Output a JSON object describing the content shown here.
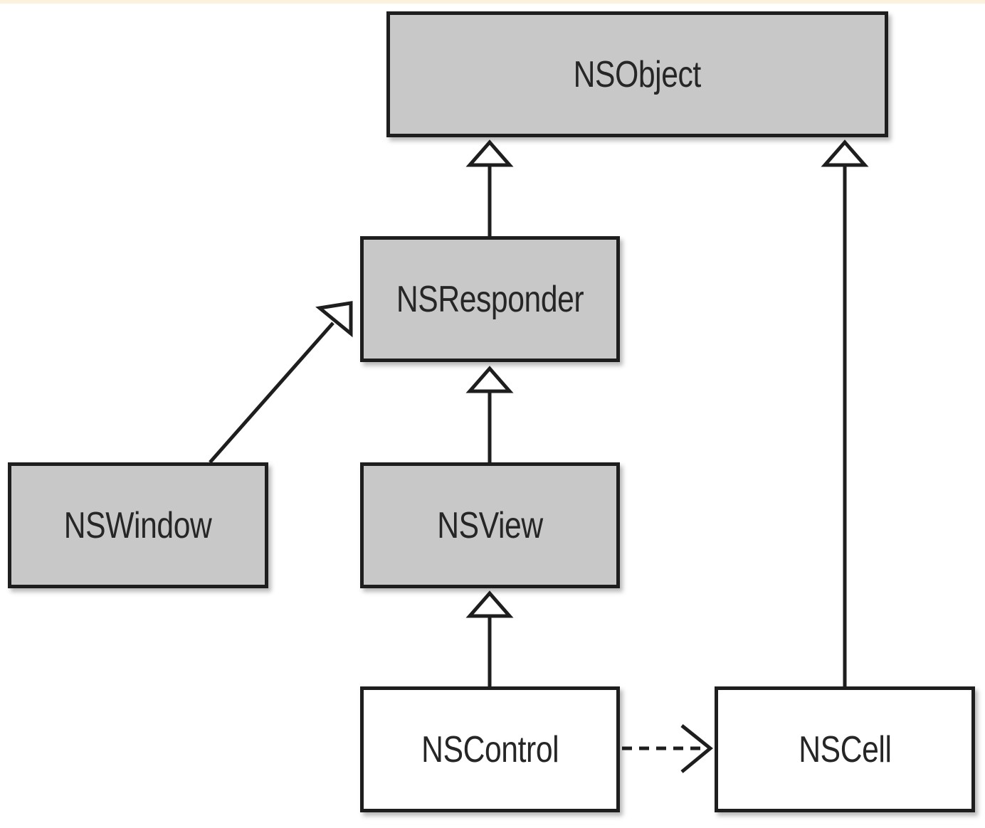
{
  "diagram": {
    "classes": [
      {
        "id": "nsobject",
        "label": "NSObject",
        "fill": "#c8c8c8"
      },
      {
        "id": "nsresponder",
        "label": "NSResponder",
        "fill": "#c8c8c8"
      },
      {
        "id": "nswindow",
        "label": "NSWindow",
        "fill": "#c8c8c8"
      },
      {
        "id": "nsview",
        "label": "NSView",
        "fill": "#c8c8c8"
      },
      {
        "id": "nscontrol",
        "label": "NSControl",
        "fill": "#ffffff"
      },
      {
        "id": "nscell",
        "label": "NSCell",
        "fill": "#ffffff"
      }
    ],
    "relations": [
      {
        "from": "NSResponder",
        "to": "NSObject",
        "kind": "inheritance"
      },
      {
        "from": "NSCell",
        "to": "NSObject",
        "kind": "inheritance"
      },
      {
        "from": "NSWindow",
        "to": "NSResponder",
        "kind": "inheritance"
      },
      {
        "from": "NSView",
        "to": "NSResponder",
        "kind": "inheritance"
      },
      {
        "from": "NSControl",
        "to": "NSView",
        "kind": "inheritance"
      },
      {
        "from": "NSControl",
        "to": "NSCell",
        "kind": "dependency"
      }
    ],
    "colors": {
      "stroke": "#1e1e1e",
      "abstract_fill": "#c8c8c8",
      "concrete_fill": "#ffffff",
      "top_band": "#fbf1dc"
    }
  }
}
